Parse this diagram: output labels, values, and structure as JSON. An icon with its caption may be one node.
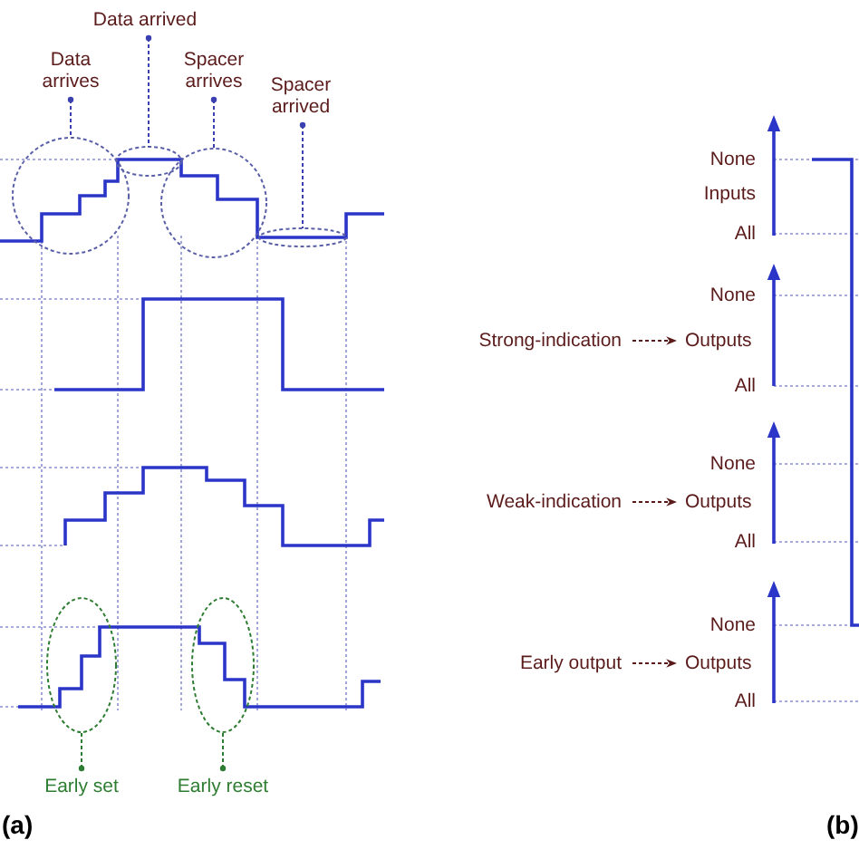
{
  "diagram": {
    "nodes": [
      {
        "text": [
          "Data arrives"
        ]
      },
      {
        "text": [],
        "shape": "ellipse"
      },
      {
        "text": [
          "Data arrived"
        ]
      },
      {
        "text": [],
        "shape": "ellipse"
      },
      {
        "text": [
          "Spacer arrives"
        ]
      },
      {
        "text": [],
        "shape": "ellipse"
      },
      {
        "text": [
          "Spacer arrived"
        ]
      },
      {
        "text": [],
        "shape": "ellipse"
      },
      {
        "text": [
          "Early set"
        ]
      },
      {
        "text": [],
        "shape": "ellipse"
      },
      {
        "text": [
          "Early reset"
        ]
      },
      {
        "text": [],
        "shape": "ellipse"
      },
      {
        "text": [
          "Strong-indication"
        ]
      },
      {
        "text": [
          "Outputs"
        ]
      },
      {
        "text": [
          "Weak-indication"
        ]
      },
      {
        "text": [
          "Outputs"
        ]
      },
      {
        "text": [
          "Early output"
        ]
      },
      {
        "text": [
          "Outputs"
        ]
      }
    ],
    "edges": [
      {
        "from": 0,
        "to": 1,
        "arrow": "other"
      },
      {
        "from": 2,
        "to": 3,
        "arrow": "other"
      },
      {
        "from": 4,
        "to": 5,
        "arrow": "other"
      },
      {
        "from": 6,
        "to": 7,
        "arrow": "other"
      },
      {
        "from": 8,
        "to": 9,
        "arrow": "other",
        "color": "#2e7d32"
      },
      {
        "from": 10,
        "to": 11,
        "arrow": "other",
        "color": "#2e7d32"
      },
      {
        "from": 12,
        "to": 13,
        "arrow": "to",
        "color": "#5a1a1a"
      },
      {
        "from": 14,
        "to": 15,
        "arrow": "to",
        "color": "#5a1a1a"
      },
      {
        "from": 16,
        "to": 17,
        "arrow": "to",
        "color": "#5a1a1a"
      }
    ],
    "labels": [
      "None",
      "Inputs",
      "All",
      "None",
      "All",
      "None",
      "All",
      "None",
      "All",
      "(a)",
      "(b)"
    ]
  }
}
